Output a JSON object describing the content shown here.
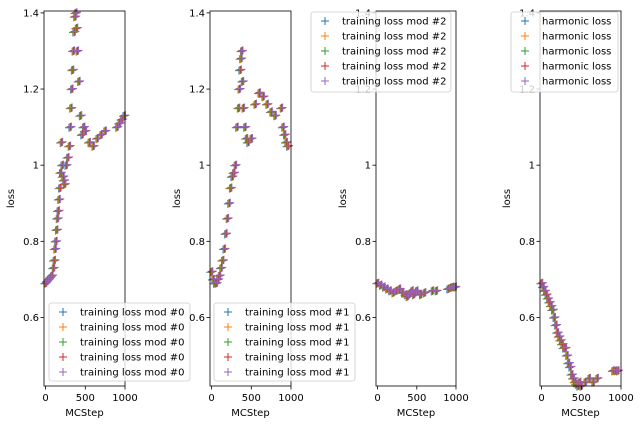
{
  "palette": [
    "#1f77b4",
    "#ff7f0e",
    "#2ca02c",
    "#d62728",
    "#9467bd"
  ],
  "chart_data": [
    {
      "type": "scatter",
      "xlabel": "MCStep",
      "ylabel": "loss",
      "xlim": [
        -20,
        1000
      ],
      "ylim": [
        0.42,
        1.405
      ],
      "xticks": [
        0,
        500,
        1000
      ],
      "yticks": [
        0.6,
        0.8,
        1.0,
        1.2,
        1.4
      ],
      "legend_position": "lower-right",
      "series_names": [
        "training loss mod #0",
        "training loss mod #0",
        "training loss mod #0",
        "training loss mod #0",
        "training loss mod #0"
      ],
      "x": [
        0,
        20,
        40,
        60,
        80,
        100,
        110,
        120,
        130,
        140,
        150,
        160,
        170,
        180,
        190,
        200,
        210,
        220,
        230,
        240,
        260,
        280,
        300,
        310,
        320,
        330,
        340,
        350,
        360,
        370,
        380,
        390,
        400,
        420,
        440,
        460,
        480,
        500,
        550,
        600,
        650,
        700,
        750,
        900,
        930,
        960,
        990
      ],
      "y": [
        0.69,
        0.695,
        0.7,
        0.705,
        0.71,
        0.73,
        0.75,
        0.78,
        0.8,
        0.83,
        0.86,
        0.88,
        0.91,
        0.94,
        0.98,
        1.06,
        1.0,
        0.97,
        0.96,
        0.95,
        1.0,
        1.02,
        1.05,
        1.1,
        1.15,
        1.2,
        1.25,
        1.3,
        1.35,
        1.39,
        1.4,
        1.36,
        1.3,
        1.22,
        1.13,
        1.08,
        1.1,
        1.09,
        1.06,
        1.05,
        1.07,
        1.08,
        1.09,
        1.1,
        1.11,
        1.12,
        1.13
      ]
    },
    {
      "type": "scatter",
      "xlabel": "MCStep",
      "ylabel": "loss",
      "xlim": [
        -20,
        1000
      ],
      "ylim": [
        0.42,
        1.405
      ],
      "xticks": [
        0,
        500,
        1000
      ],
      "yticks": [
        0.6,
        0.8,
        1.0,
        1.2,
        1.4
      ],
      "legend_position": "lower-right",
      "series_names": [
        "training loss mod #1",
        "training loss mod #1",
        "training loss mod #1",
        "training loss mod #1",
        "training loss mod #1"
      ],
      "x": [
        0,
        20,
        40,
        60,
        80,
        100,
        120,
        140,
        160,
        180,
        200,
        220,
        240,
        260,
        280,
        300,
        320,
        340,
        350,
        360,
        370,
        380,
        390,
        400,
        420,
        440,
        460,
        500,
        550,
        600,
        650,
        700,
        750,
        800,
        880,
        900,
        920,
        940,
        960
      ],
      "y": [
        0.72,
        0.7,
        0.69,
        0.69,
        0.7,
        0.71,
        0.73,
        0.75,
        0.78,
        0.82,
        0.86,
        0.9,
        0.94,
        0.97,
        0.98,
        1.0,
        1.1,
        1.15,
        1.2,
        1.25,
        1.28,
        1.3,
        1.22,
        1.15,
        1.1,
        1.07,
        1.06,
        1.07,
        1.16,
        1.19,
        1.18,
        1.16,
        1.14,
        1.13,
        1.15,
        1.1,
        1.08,
        1.06,
        1.05
      ]
    },
    {
      "type": "scatter",
      "xlabel": "MCStep",
      "ylabel": "loss",
      "xlim": [
        -20,
        1000
      ],
      "ylim": [
        0.42,
        1.405
      ],
      "xticks": [
        0,
        500,
        1000
      ],
      "yticks": [
        0.6,
        0.8,
        1.0,
        1.2,
        1.4
      ],
      "legend_position": "upper-left",
      "series_names": [
        "training loss mod #2",
        "training loss mod #2",
        "training loss mod #2",
        "training loss mod #2",
        "training loss mod #2"
      ],
      "x": [
        0,
        40,
        80,
        120,
        160,
        200,
        240,
        280,
        320,
        360,
        380,
        400,
        420,
        440,
        460,
        480,
        500,
        550,
        600,
        700,
        750,
        900,
        930,
        960,
        990
      ],
      "y": [
        0.69,
        0.685,
        0.68,
        0.675,
        0.67,
        0.665,
        0.67,
        0.675,
        0.665,
        0.66,
        0.655,
        0.66,
        0.665,
        0.67,
        0.66,
        0.665,
        0.67,
        0.66,
        0.665,
        0.67,
        0.67,
        0.675,
        0.678,
        0.68,
        0.68
      ]
    },
    {
      "type": "scatter",
      "xlabel": "MCStep",
      "ylabel": "loss",
      "xlim": [
        -20,
        1000
      ],
      "ylim": [
        0.42,
        1.405
      ],
      "xticks": [
        0,
        500,
        1000
      ],
      "yticks": [
        0.6,
        0.8,
        1.0,
        1.2,
        1.4
      ],
      "legend_position": "upper-left",
      "series_names": [
        "harmonic loss",
        "harmonic loss",
        "harmonic loss",
        "harmonic loss",
        "harmonic loss"
      ],
      "x": [
        0,
        20,
        40,
        60,
        80,
        100,
        120,
        140,
        160,
        180,
        200,
        220,
        240,
        260,
        280,
        300,
        320,
        340,
        360,
        380,
        400,
        420,
        440,
        460,
        480,
        500,
        550,
        600,
        650,
        700,
        900,
        930,
        960
      ],
      "y": [
        0.69,
        0.68,
        0.67,
        0.66,
        0.65,
        0.64,
        0.63,
        0.62,
        0.6,
        0.58,
        0.56,
        0.55,
        0.54,
        0.53,
        0.52,
        0.52,
        0.5,
        0.48,
        0.47,
        0.45,
        0.44,
        0.43,
        0.425,
        0.42,
        0.43,
        0.42,
        0.43,
        0.44,
        0.43,
        0.44,
        0.46,
        0.46,
        0.46
      ]
    }
  ]
}
